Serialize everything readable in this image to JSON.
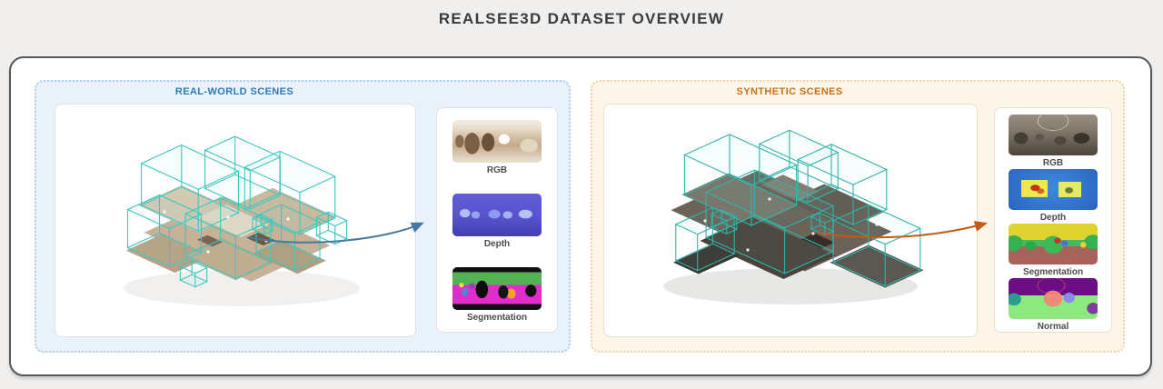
{
  "page": {
    "title": "REALSEE3D DATASET OVERVIEW"
  },
  "panels": [
    {
      "id": "real-world",
      "title": "REAL-WORLD SCENES",
      "accent_color": "#2e7cb8",
      "panel_background": "#e9f1fa",
      "arrow_color": "#4678a2",
      "bounding_box_color": "#3cc8c0",
      "thumbnails": [
        {
          "label": "RGB"
        },
        {
          "label": "Depth"
        },
        {
          "label": "Segmentation"
        }
      ]
    },
    {
      "id": "synthetic",
      "title": "SYNTHETIC SCENES",
      "accent_color": "#c9711c",
      "panel_background": "#fdf5e8",
      "arrow_color": "#c25c17",
      "bounding_box_color": "#30b4aa",
      "thumbnails": [
        {
          "label": "RGB"
        },
        {
          "label": "Depth"
        },
        {
          "label": "Segmentation"
        },
        {
          "label": "Normal"
        }
      ]
    }
  ]
}
